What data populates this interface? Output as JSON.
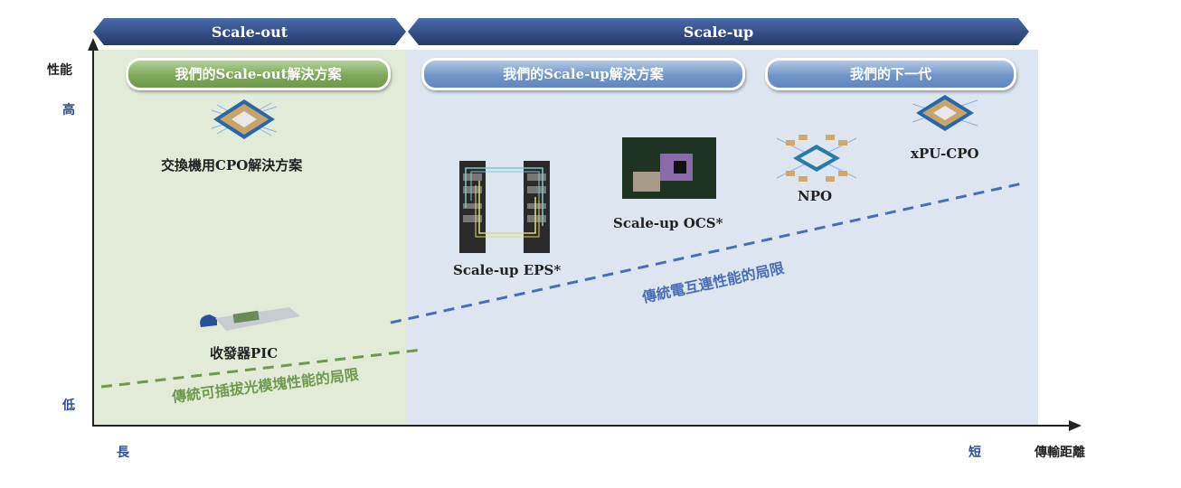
{
  "banners": {
    "scale_out": "Scale-out",
    "scale_up": "Scale-up"
  },
  "pills": {
    "scale_out_solution": "我們的Scale-out解決方案",
    "scale_up_solution": "我們的Scale-up解決方案",
    "next_gen": "我們的下一代"
  },
  "axes": {
    "y_title": "性能",
    "y_high": "高",
    "y_low": "低",
    "x_long": "長",
    "x_short": "短",
    "x_title": "傳輸距離"
  },
  "products": {
    "switch_cpo": "交換機用CPO解決方案",
    "transceiver_pic": "收發器PIC",
    "scale_up_eps": "Scale-up EPS*",
    "scale_up_ocs": "Scale-up OCS*",
    "npo": "NPO",
    "xpu_cpo": "xPU-CPO"
  },
  "limits": {
    "pluggable": "傳統可插拔光模塊性能的局限",
    "electrical": "傳統電互連性能的局限"
  },
  "colors": {
    "green": "#6f9a4d",
    "blue": "#4a6db5",
    "banner": "#2e4b85",
    "axis_text": "#2b4e95"
  }
}
